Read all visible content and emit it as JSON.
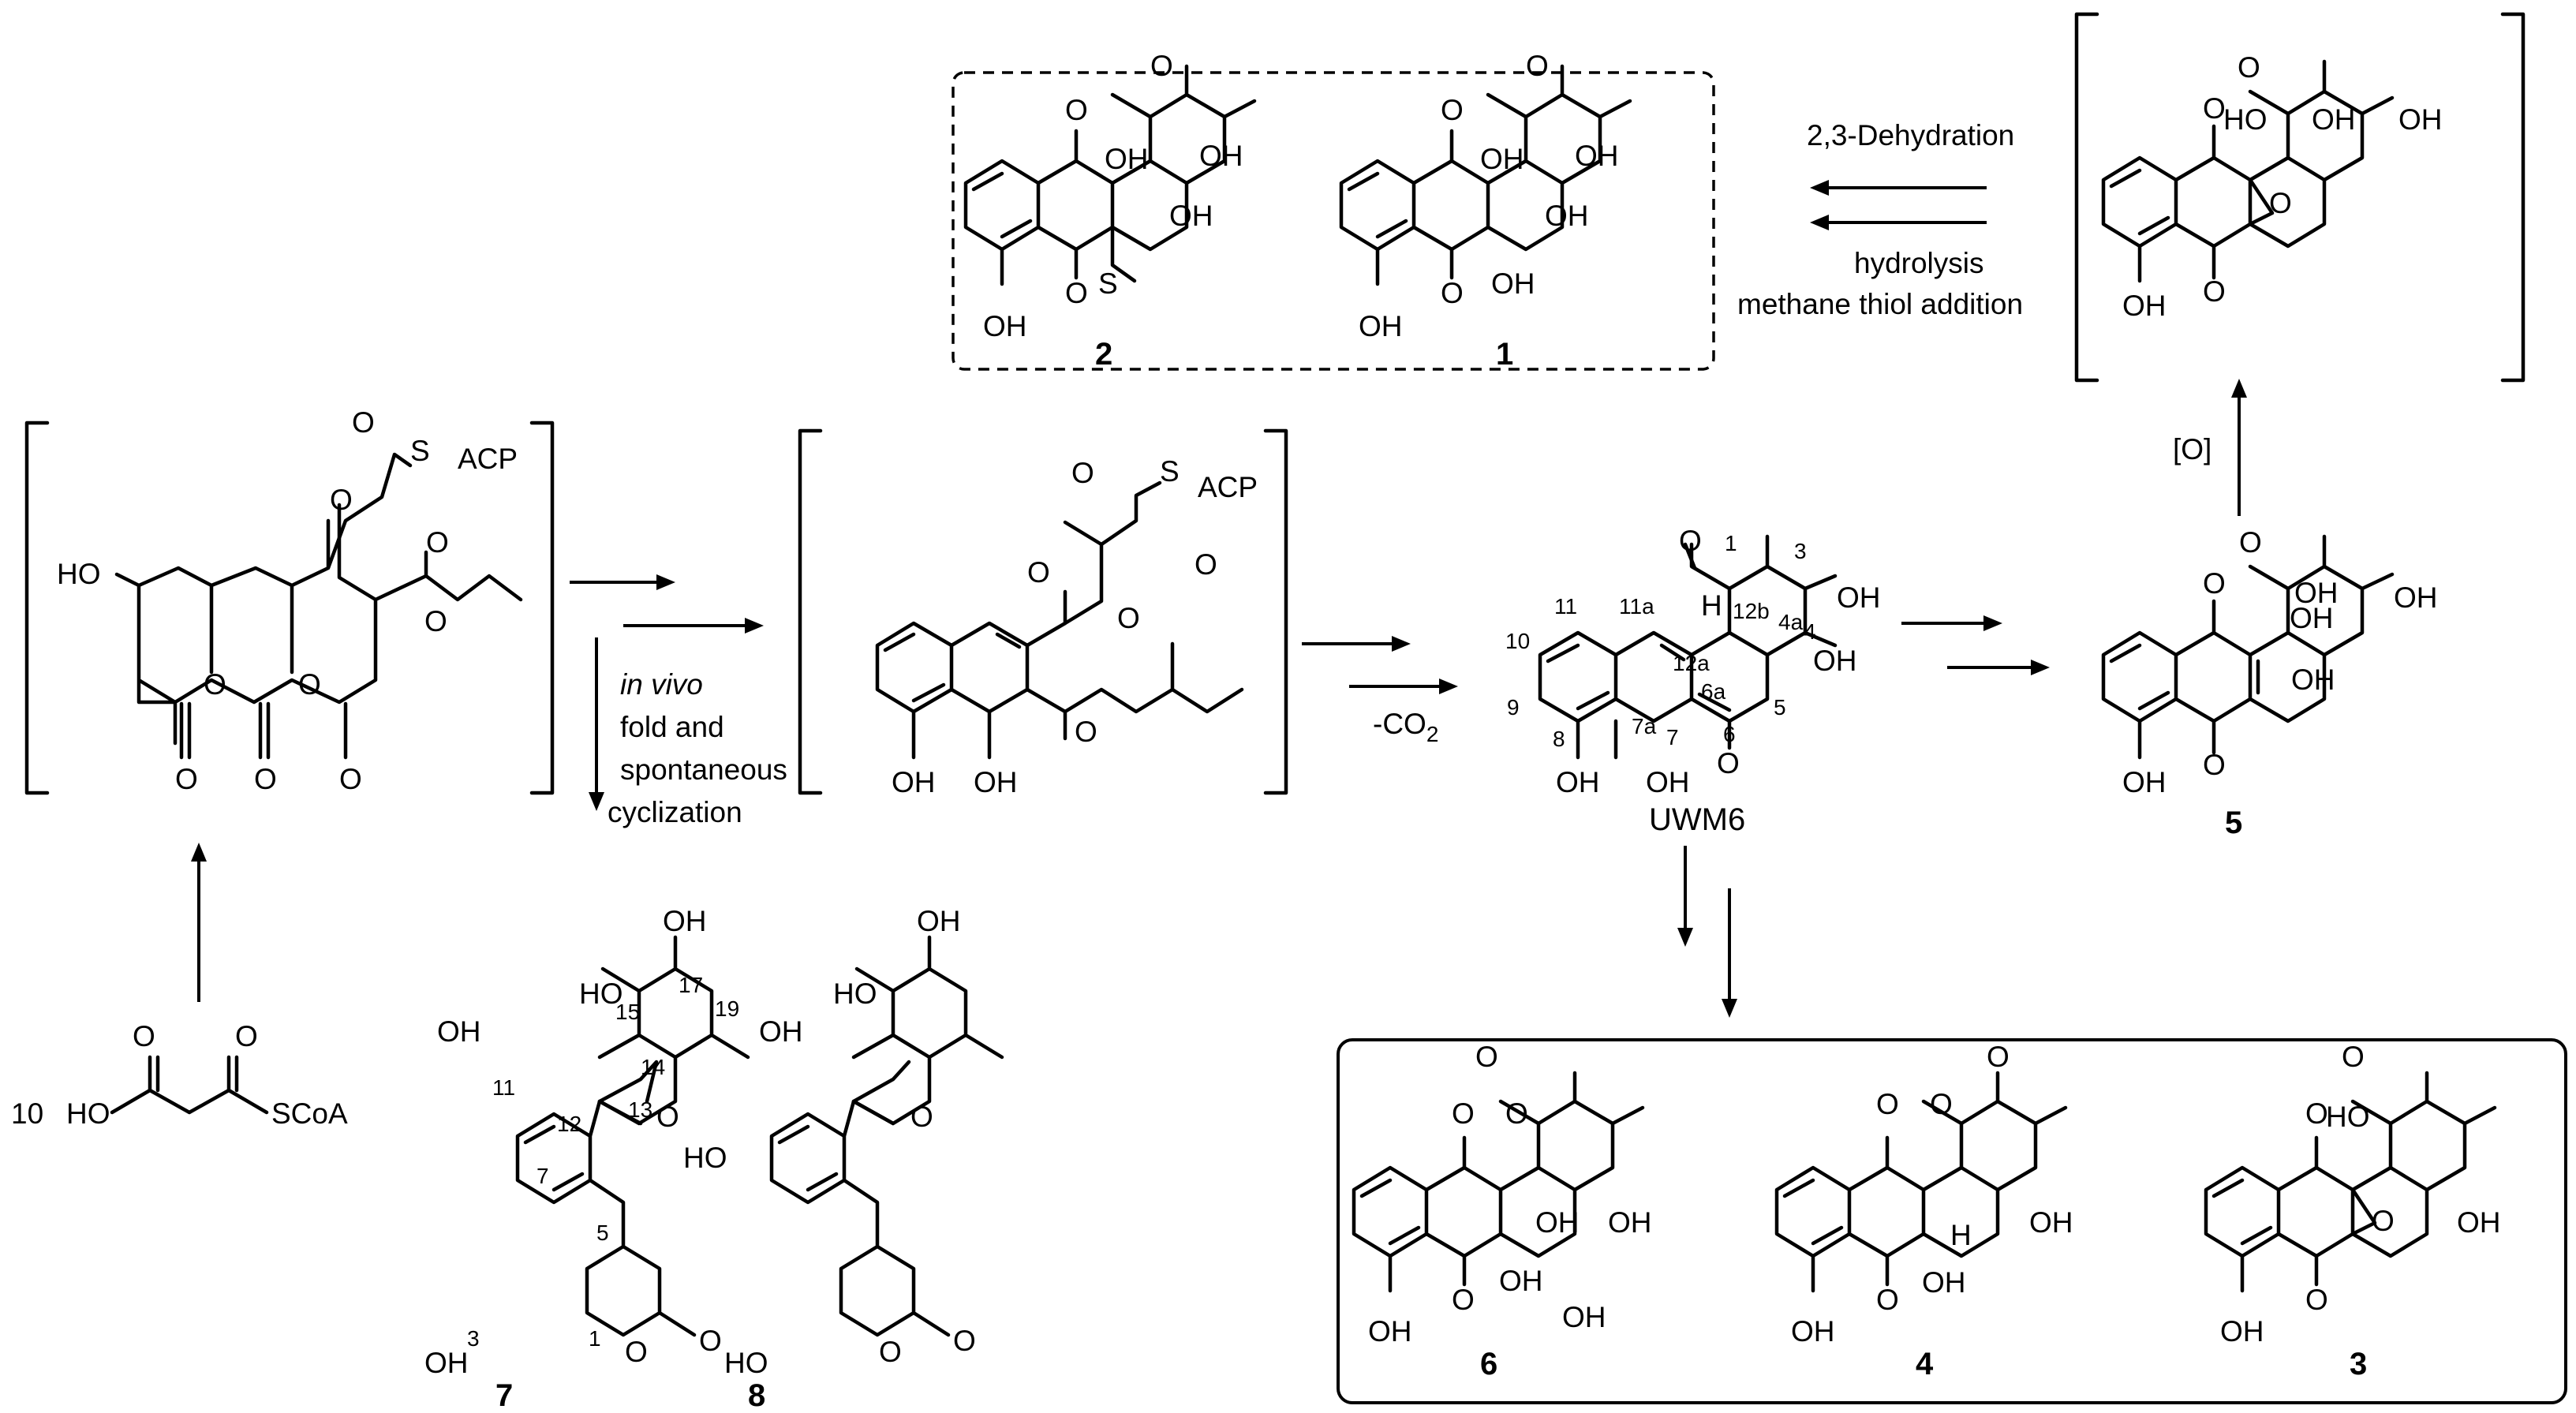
{
  "reagents": {
    "malonyl_coefficient": "10",
    "malonyl_ho": "HO",
    "malonyl_scoa": "SCoA"
  },
  "polyketide": {
    "acp": "ACP",
    "s": "S",
    "ho": "HO"
  },
  "arrows": {
    "in_vivo": "in vivo",
    "fold": "fold and",
    "spontaneous": "spontaneous",
    "cyclization": "cyclization",
    "co2": "-CO",
    "co2_sub": "2",
    "oxidation": "[O]",
    "dehydration": "2,3-Dehydration",
    "hydrolysis": "hydrolysis",
    "methanethiol": "methane thiol addition"
  },
  "compounds": {
    "uwm6": "UWM6",
    "c1": "1",
    "c2": "2",
    "c3": "3",
    "c4": "4",
    "c5": "5",
    "c6": "6",
    "c7": "7",
    "c8": "8"
  },
  "atoms": {
    "oh": "OH",
    "ho": "HO",
    "o": "O",
    "h": "H",
    "s": "S"
  },
  "locants_uwm6": [
    "1",
    "3",
    "4",
    "4a",
    "5",
    "6",
    "6a",
    "7",
    "7a",
    "8",
    "9",
    "10",
    "11",
    "11a",
    "12a",
    "12b"
  ],
  "locants_7": [
    "17",
    "15",
    "19",
    "14",
    "13",
    "11",
    "12",
    "7",
    "5",
    "3",
    "1"
  ]
}
